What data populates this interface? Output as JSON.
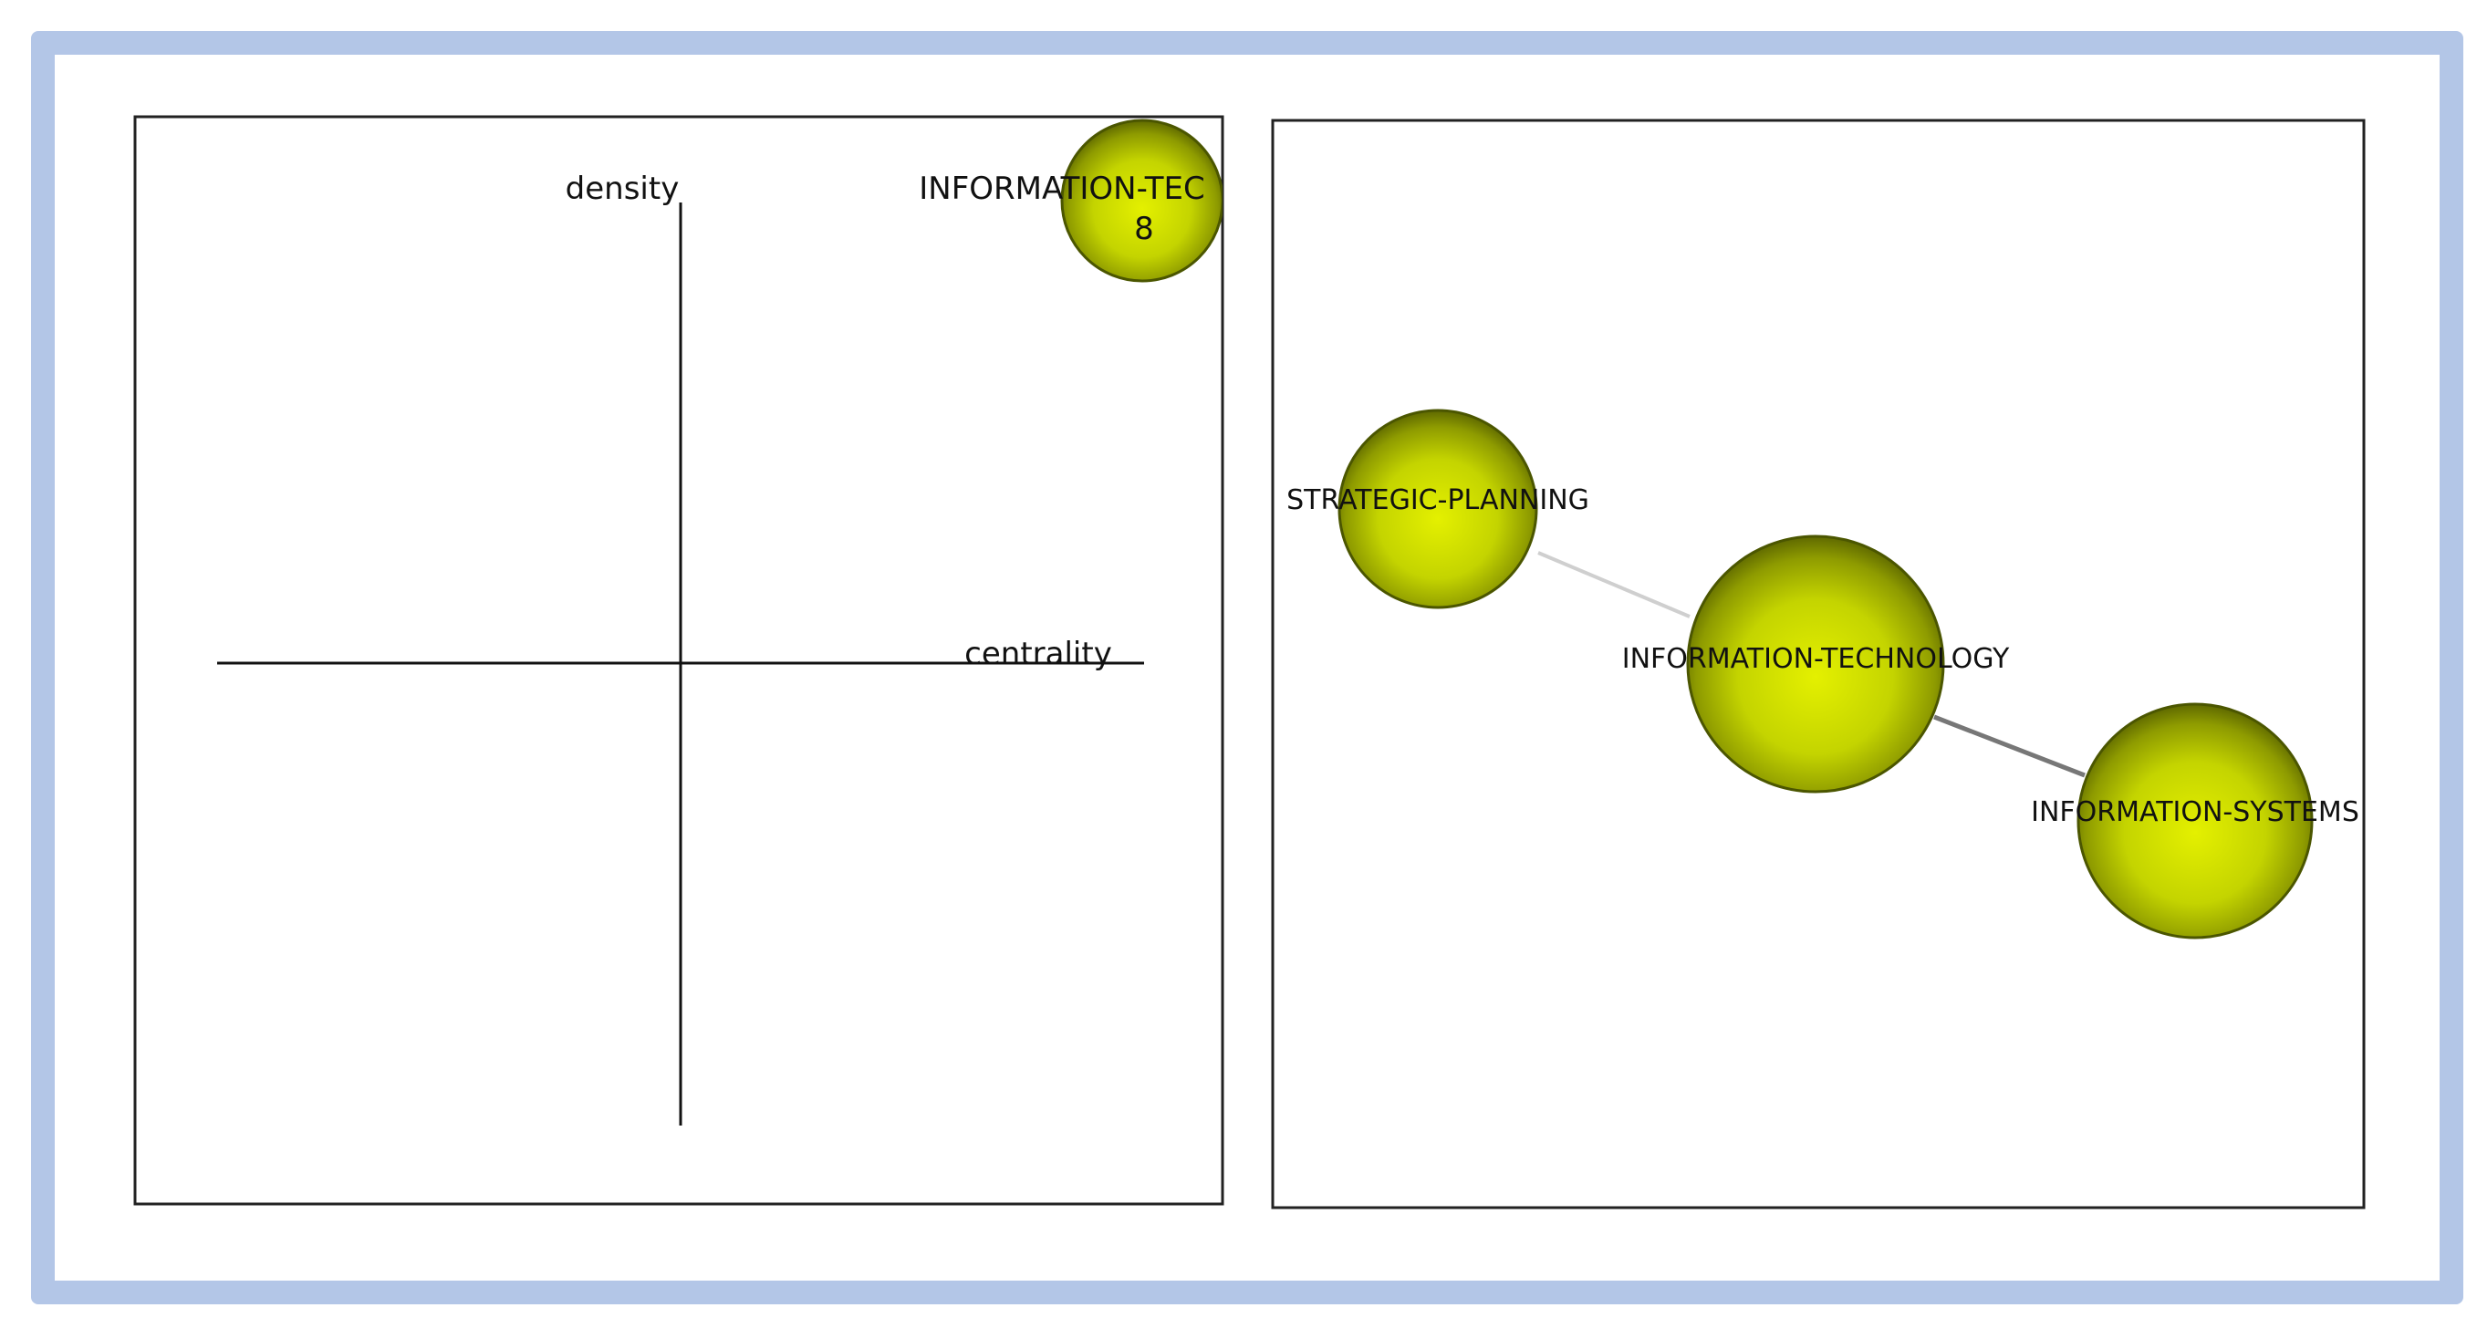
{
  "strategic_diagram": {
    "y_axis_label": "density",
    "x_axis_label": "centrality",
    "theme": {
      "label": "INFORMATION-TEC",
      "count": "8"
    }
  },
  "cluster_network": {
    "nodes": [
      {
        "id": "strategic",
        "label": "STRATEGIC-PLANNING"
      },
      {
        "id": "tech",
        "label": "INFORMATION-TECHNOLOGY"
      },
      {
        "id": "systems",
        "label": "INFORMATION-SYSTEMS"
      }
    ],
    "edges": [
      {
        "from": "strategic",
        "to": "tech"
      },
      {
        "from": "tech",
        "to": "systems"
      }
    ]
  },
  "colors": {
    "frame": "#b3c6e7",
    "sphere_light": "#e4f000",
    "sphere_mid": "#b8c800",
    "sphere_dark": "#6e7a00",
    "sphere_edge": "#4b5600",
    "edge_light": "#cfcfcf",
    "edge_dark": "#777777"
  }
}
